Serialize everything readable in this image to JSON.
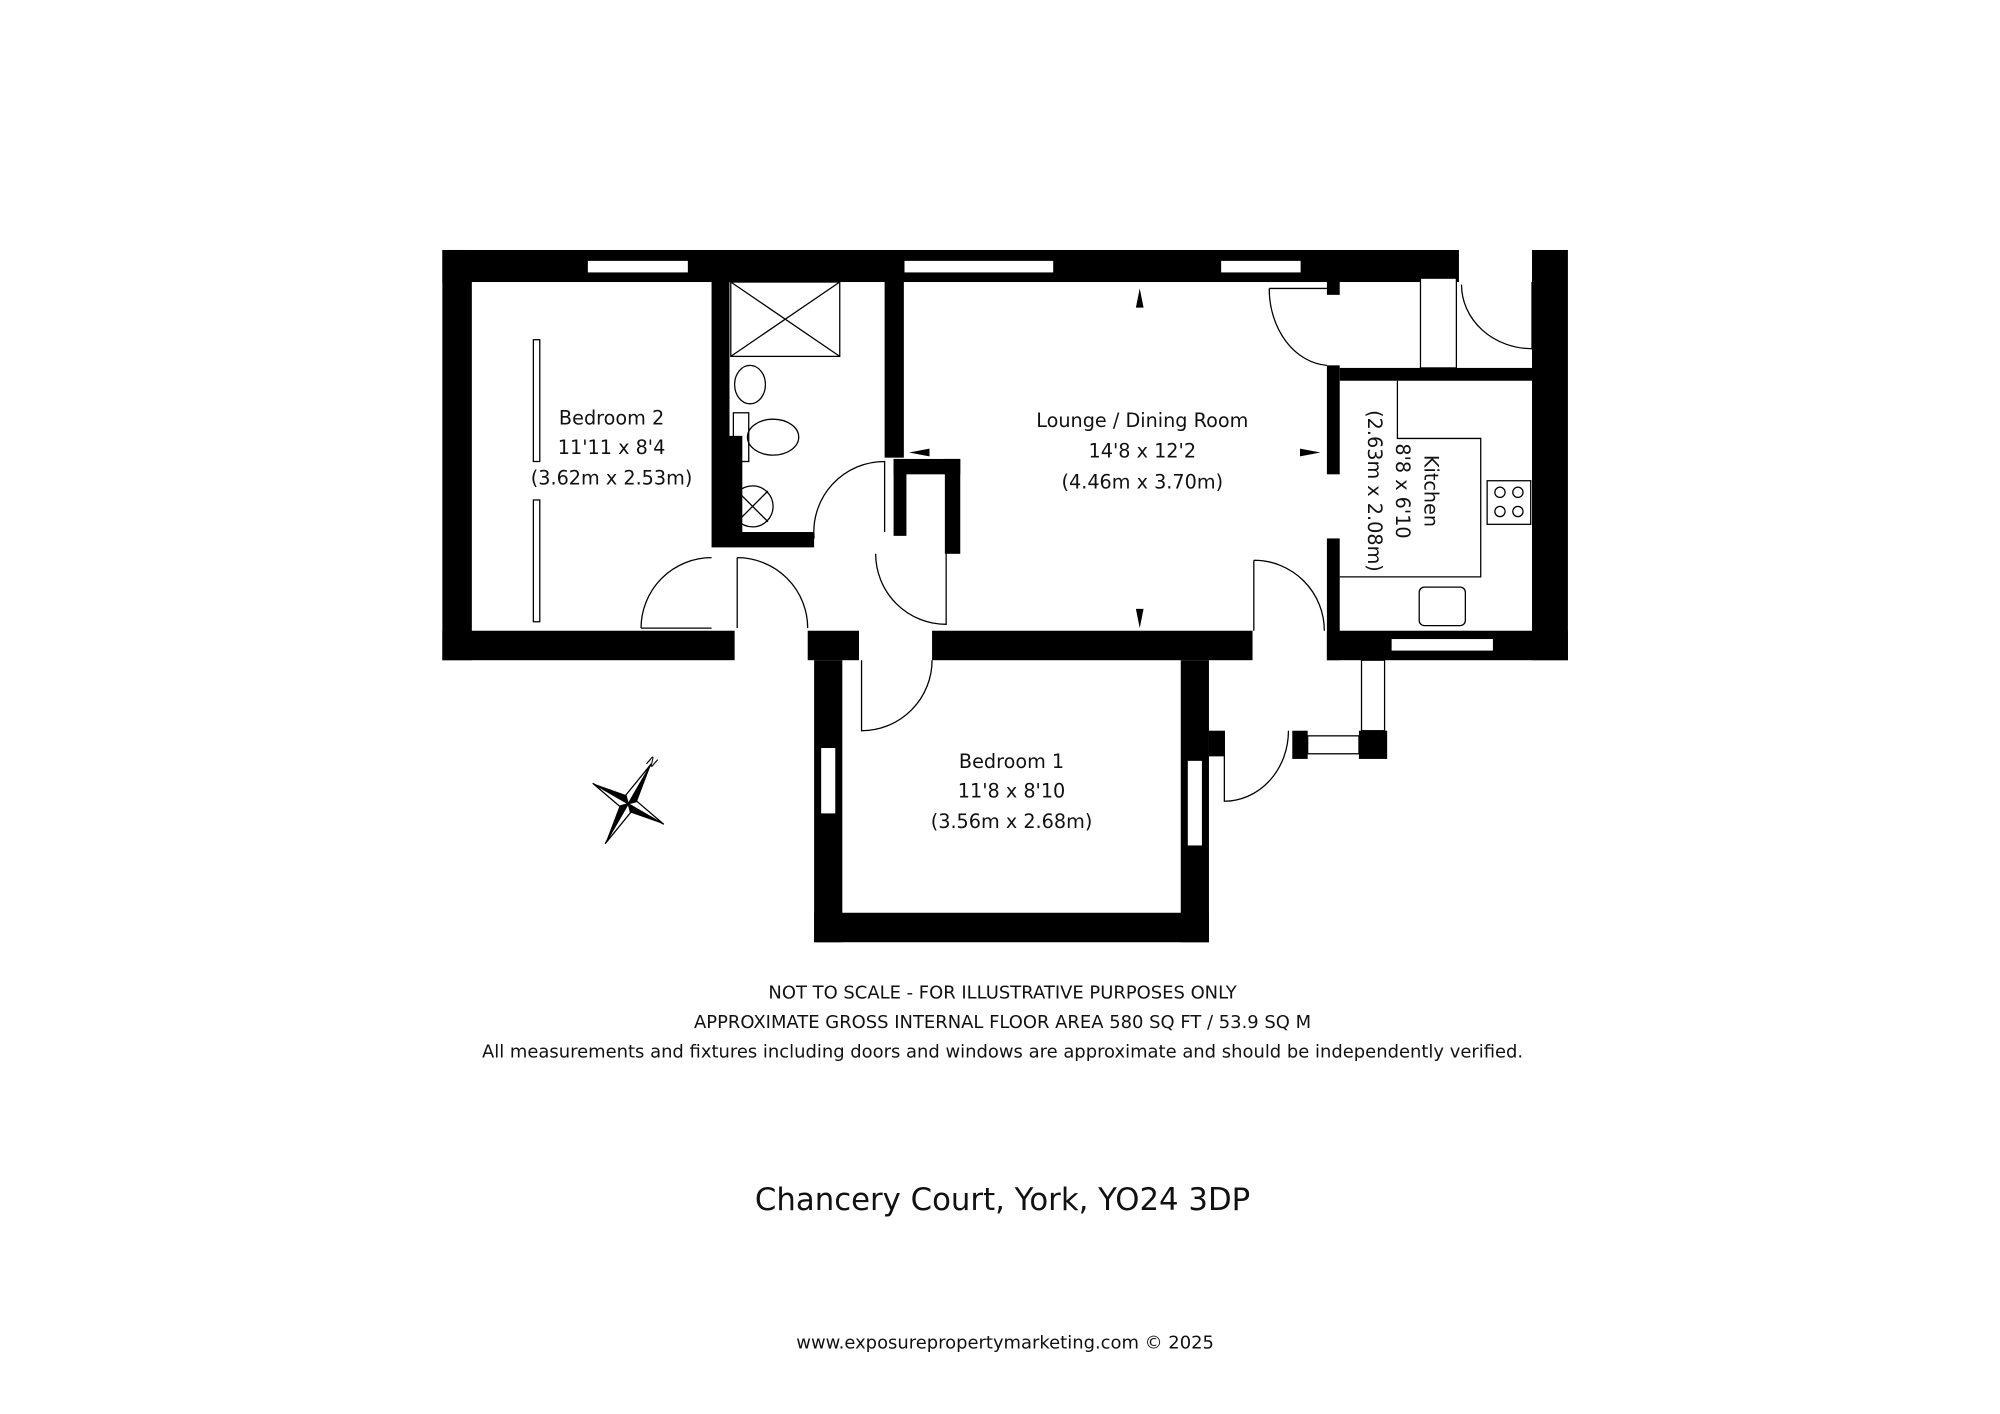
{
  "rooms": {
    "bedroom2": {
      "name": "Bedroom 2",
      "imperial": "11'11 x 8'4",
      "metric": "(3.62m x 2.53m)"
    },
    "lounge": {
      "name": "Lounge / Dining Room",
      "imperial": "14'8 x 12'2",
      "metric": "(4.46m x 3.70m)"
    },
    "kitchen": {
      "name": "Kitchen",
      "imperial": "8'8 x 6'10",
      "metric": "(2.63m x 2.08m)"
    },
    "bedroom1": {
      "name": "Bedroom 1",
      "imperial": "11'8 x 8'10",
      "metric": "(3.56m x 2.68m)"
    }
  },
  "compass": {
    "label": "N",
    "icon": "compass-rose-icon"
  },
  "notes": {
    "line1": "NOT TO SCALE - FOR ILLUSTRATIVE PURPOSES ONLY",
    "line2": "APPROXIMATE GROSS INTERNAL FLOOR AREA 580 SQ FT / 53.9 SQ M",
    "line3": "All measurements and fixtures including doors and windows are approximate and should be independently verified."
  },
  "address": "Chancery Court, York, YO24 3DP",
  "footer": "www.exposurepropertymarketing.com © 2025"
}
